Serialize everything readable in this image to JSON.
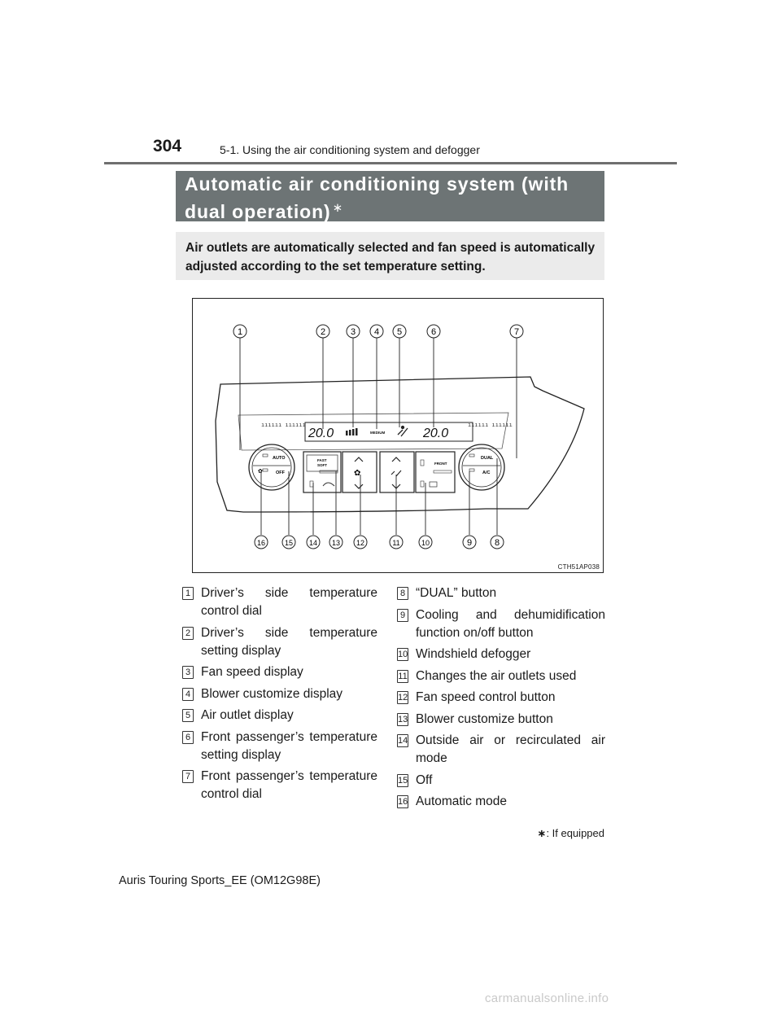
{
  "header": {
    "page_number": "304",
    "section": "5-1. Using the air conditioning system and defogger"
  },
  "title": {
    "text": "Automatic air conditioning system (with dual operation)",
    "mark": "∗"
  },
  "intro": "Air outlets are automatically selected and fan speed is automatically adjusted according to the set temperature setting.",
  "figure": {
    "code": "CTH51AP038",
    "callouts": [
      "1",
      "2",
      "3",
      "4",
      "5",
      "6",
      "7",
      "8",
      "9",
      "10",
      "11",
      "12",
      "13",
      "14",
      "15",
      "16"
    ],
    "panel": {
      "left_temp": "20.0",
      "right_temp": "20.0",
      "blower_mode": "MEDIUM",
      "auto_label": "AUTO",
      "off_label": "OFF",
      "fast_label": "FAST",
      "soft_label": "SOFT",
      "front_label": "FRONT",
      "dual_label": "DUAL",
      "ac_label": "A/C"
    }
  },
  "legend_left": [
    {
      "num": "1",
      "text": "Driver’s side temperature control dial"
    },
    {
      "num": "2",
      "text": "Driver’s side temperature setting display"
    },
    {
      "num": "3",
      "text": "Fan speed display"
    },
    {
      "num": "4",
      "text": "Blower customize display"
    },
    {
      "num": "5",
      "text": "Air outlet display"
    },
    {
      "num": "6",
      "text": "Front passenger’s temperature setting display"
    },
    {
      "num": "7",
      "text": "Front passenger’s temperature control dial"
    }
  ],
  "legend_right": [
    {
      "num": "8",
      "text": "“DUAL” button"
    },
    {
      "num": "9",
      "text": "Cooling and dehumidification function on/off button"
    },
    {
      "num": "10",
      "text": "Windshield defogger"
    },
    {
      "num": "11",
      "text": "Changes the air outlets used"
    },
    {
      "num": "12",
      "text": "Fan speed control button"
    },
    {
      "num": "13",
      "text": "Blower customize button"
    },
    {
      "num": "14",
      "text": "Outside air or recirculated air mode"
    },
    {
      "num": "15",
      "text": "Off"
    },
    {
      "num": "16",
      "text": "Automatic mode"
    }
  ],
  "footnote": {
    "star": "∗",
    "text": ": If equipped"
  },
  "footer": {
    "model": "Auris Touring Sports_EE (OM12G98E)"
  },
  "watermark": "carmanualsonline.info"
}
